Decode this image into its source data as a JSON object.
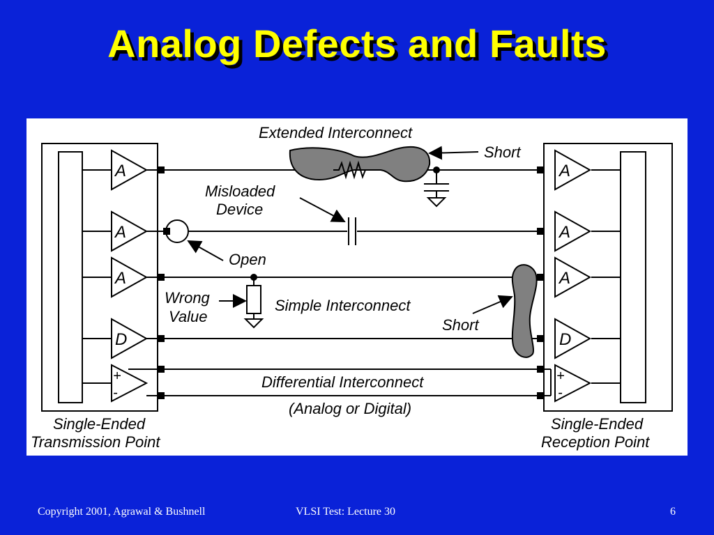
{
  "slide": {
    "title": "Analog Defects and Faults",
    "footer_left": "Copyright 2001, Agrawal & Bushnell",
    "footer_center": "VLSI Test: Lecture 30",
    "page_number": "6"
  },
  "diagram": {
    "labels": {
      "extended_interconnect": "Extended Interconnect",
      "short_top": "Short",
      "misloaded_line1": "Misloaded",
      "misloaded_line2": "Device",
      "open": "Open",
      "wrong_line1": "Wrong",
      "wrong_line2": "Value",
      "simple_interconnect": "Simple Interconnect",
      "short_right": "Short",
      "differential_interconnect": "Differential Interconnect",
      "analog_or_digital": "(Analog or Digital)",
      "tx_line1": "Single-Ended",
      "tx_line2": "Transmission Point",
      "rx_line1": "Single-Ended",
      "rx_line2": "Reception Point"
    },
    "buffers": {
      "a": "A",
      "d": "D",
      "plus": "+",
      "minus": "-"
    },
    "colors": {
      "background": "#0a22d8",
      "title": "#ffff00",
      "defect_fill": "#808080"
    }
  }
}
